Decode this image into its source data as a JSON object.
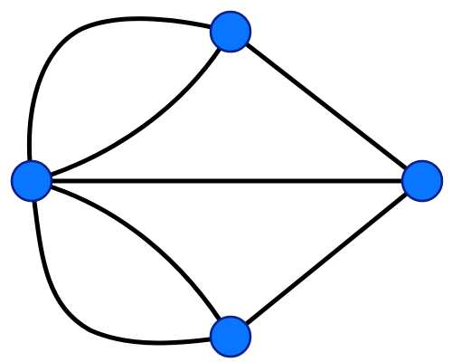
{
  "diagram": {
    "type": "graph",
    "colors": {
      "node_fill": "#0a75ff",
      "node_stroke": "#0b1f8a",
      "edge": "#000000",
      "background": "#ffffff"
    },
    "nodes": [
      {
        "id": "top"
      },
      {
        "id": "left"
      },
      {
        "id": "right"
      },
      {
        "id": "bottom"
      }
    ],
    "edges": [
      {
        "from": "left",
        "to": "top",
        "style": "outer-arc"
      },
      {
        "from": "left",
        "to": "top",
        "style": "inner-arc"
      },
      {
        "from": "left",
        "to": "right",
        "style": "straight"
      },
      {
        "from": "top",
        "to": "right",
        "style": "straight"
      },
      {
        "from": "left",
        "to": "bottom",
        "style": "inner-arc"
      },
      {
        "from": "left",
        "to": "bottom",
        "style": "outer-arc"
      },
      {
        "from": "bottom",
        "to": "right",
        "style": "straight"
      }
    ]
  }
}
